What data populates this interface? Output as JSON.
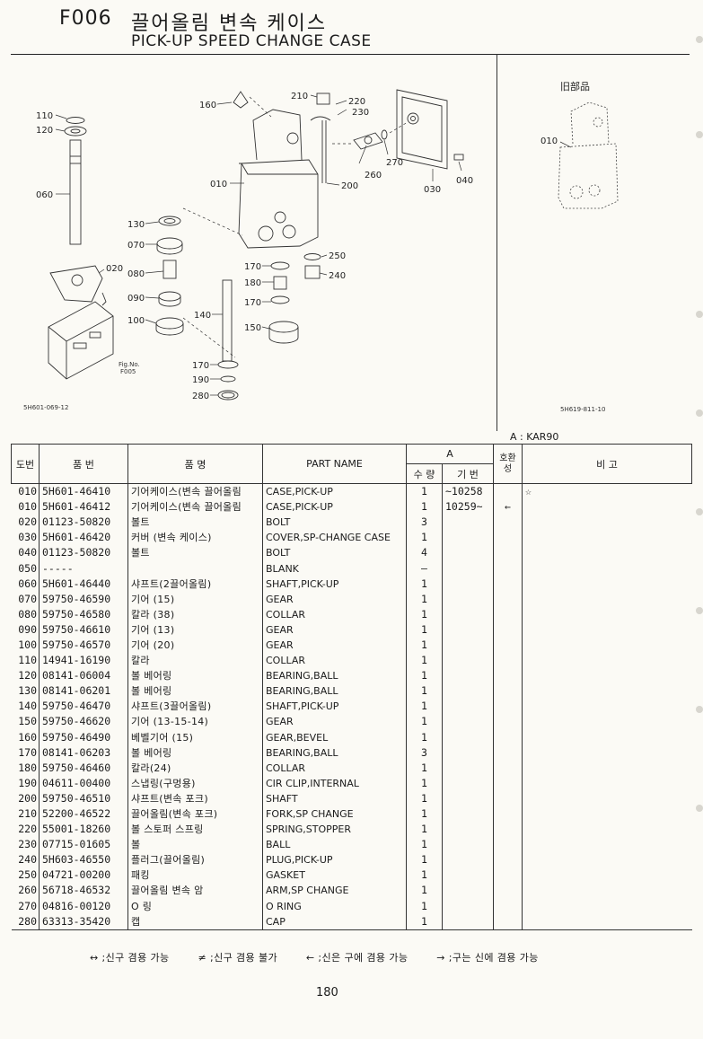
{
  "header": {
    "code": "F006",
    "title_ko": "끌어올림 변속 케이스",
    "title_en": "PICK-UP SPEED CHANGE CASE"
  },
  "figure": {
    "labels": [
      "110",
      "120",
      "060",
      "020",
      "130",
      "070",
      "080",
      "090",
      "100",
      "160",
      "010",
      "210",
      "220",
      "230",
      "200",
      "260",
      "270",
      "030",
      "040",
      "250",
      "240",
      "170",
      "180",
      "170",
      "140",
      "150",
      "170",
      "190",
      "280"
    ],
    "fig_ref": "Fig.No.",
    "fig_ref_no": "F005",
    "drawing_no": "5H601-069-12"
  },
  "figure_old": {
    "title": "旧部品",
    "label": "010",
    "drawing_no": "5H619-811-10"
  },
  "model_note": "A : KAR90",
  "table": {
    "headers": {
      "no": "도번",
      "part_no": "품 번",
      "name_ko": "품 명",
      "part_name": "PART NAME",
      "group_a": "A",
      "qty": "수 량",
      "serial": "기 번",
      "compat": "호환성",
      "remarks": "비 고"
    },
    "rows": [
      {
        "no": "010",
        "pn": "5H601-46410",
        "ko": "기어케이스(변속 끌어올림",
        "en": "CASE,PICK-UP",
        "qty": "1",
        "ser": "~10258",
        "cp": "",
        "rm": "☆"
      },
      {
        "no": "010",
        "pn": "5H601-46412",
        "ko": "기어케이스(변속 끌어올림",
        "en": "CASE,PICK-UP",
        "qty": "1",
        "ser": "10259~",
        "cp": "←",
        "rm": ""
      },
      {
        "no": "020",
        "pn": "01123-50820",
        "ko": "볼트",
        "en": "BOLT",
        "qty": "3",
        "ser": "",
        "cp": "",
        "rm": ""
      },
      {
        "no": "030",
        "pn": "5H601-46420",
        "ko": "커버 (변속 케이스)",
        "en": "COVER,SP-CHANGE CASE",
        "qty": "1",
        "ser": "",
        "cp": "",
        "rm": ""
      },
      {
        "no": "040",
        "pn": "01123-50820",
        "ko": "볼트",
        "en": "BOLT",
        "qty": "4",
        "ser": "",
        "cp": "",
        "rm": ""
      },
      {
        "no": "050",
        "pn": "-----",
        "ko": "",
        "en": "BLANK",
        "qty": "–",
        "ser": "",
        "cp": "",
        "rm": ""
      },
      {
        "no": "060",
        "pn": "5H601-46440",
        "ko": "샤프트(2끌어올림)",
        "en": "SHAFT,PICK-UP",
        "qty": "1",
        "ser": "",
        "cp": "",
        "rm": ""
      },
      {
        "no": "070",
        "pn": "59750-46590",
        "ko": "기어 (15)",
        "en": "GEAR",
        "qty": "1",
        "ser": "",
        "cp": "",
        "rm": ""
      },
      {
        "no": "080",
        "pn": "59750-46580",
        "ko": "칼라 (38)",
        "en": "COLLAR",
        "qty": "1",
        "ser": "",
        "cp": "",
        "rm": ""
      },
      {
        "no": "090",
        "pn": "59750-46610",
        "ko": "기어 (13)",
        "en": "GEAR",
        "qty": "1",
        "ser": "",
        "cp": "",
        "rm": ""
      },
      {
        "no": "100",
        "pn": "59750-46570",
        "ko": "기어 (20)",
        "en": "GEAR",
        "qty": "1",
        "ser": "",
        "cp": "",
        "rm": ""
      },
      {
        "no": "110",
        "pn": "14941-16190",
        "ko": "칼라",
        "en": "COLLAR",
        "qty": "1",
        "ser": "",
        "cp": "",
        "rm": ""
      },
      {
        "no": "120",
        "pn": "08141-06004",
        "ko": "볼 베어링",
        "en": "BEARING,BALL",
        "qty": "1",
        "ser": "",
        "cp": "",
        "rm": ""
      },
      {
        "no": "130",
        "pn": "08141-06201",
        "ko": "볼 베어링",
        "en": "BEARING,BALL",
        "qty": "1",
        "ser": "",
        "cp": "",
        "rm": ""
      },
      {
        "no": "140",
        "pn": "59750-46470",
        "ko": "샤프트(3끌어올림)",
        "en": "SHAFT,PICK-UP",
        "qty": "1",
        "ser": "",
        "cp": "",
        "rm": ""
      },
      {
        "no": "150",
        "pn": "59750-46620",
        "ko": "기어 (13-15-14)",
        "en": "GEAR",
        "qty": "1",
        "ser": "",
        "cp": "",
        "rm": ""
      },
      {
        "no": "160",
        "pn": "59750-46490",
        "ko": "베벨기어 (15)",
        "en": "GEAR,BEVEL",
        "qty": "1",
        "ser": "",
        "cp": "",
        "rm": ""
      },
      {
        "no": "170",
        "pn": "08141-06203",
        "ko": "볼 베어링",
        "en": "BEARING,BALL",
        "qty": "3",
        "ser": "",
        "cp": "",
        "rm": ""
      },
      {
        "no": "180",
        "pn": "59750-46460",
        "ko": "칼라(24)",
        "en": "COLLAR",
        "qty": "1",
        "ser": "",
        "cp": "",
        "rm": ""
      },
      {
        "no": "190",
        "pn": "04611-00400",
        "ko": "스냅링(구멍용)",
        "en": "CIR CLIP,INTERNAL",
        "qty": "1",
        "ser": "",
        "cp": "",
        "rm": ""
      },
      {
        "no": "200",
        "pn": "59750-46510",
        "ko": "샤프트(변속 포크)",
        "en": "SHAFT",
        "qty": "1",
        "ser": "",
        "cp": "",
        "rm": ""
      },
      {
        "no": "210",
        "pn": "52200-46522",
        "ko": "끌어올림(변속 포크)",
        "en": "FORK,SP CHANGE",
        "qty": "1",
        "ser": "",
        "cp": "",
        "rm": ""
      },
      {
        "no": "220",
        "pn": "55001-18260",
        "ko": "볼 스토퍼 스프링",
        "en": "SPRING,STOPPER",
        "qty": "1",
        "ser": "",
        "cp": "",
        "rm": ""
      },
      {
        "no": "230",
        "pn": "07715-01605",
        "ko": "볼",
        "en": "BALL",
        "qty": "1",
        "ser": "",
        "cp": "",
        "rm": ""
      },
      {
        "no": "240",
        "pn": "5H603-46550",
        "ko": "플러그(끌어올림)",
        "en": "PLUG,PICK-UP",
        "qty": "1",
        "ser": "",
        "cp": "",
        "rm": ""
      },
      {
        "no": "250",
        "pn": "04721-00200",
        "ko": "패킹",
        "en": "GASKET",
        "qty": "1",
        "ser": "",
        "cp": "",
        "rm": ""
      },
      {
        "no": "260",
        "pn": "56718-46532",
        "ko": "끌어올림 변속 암",
        "en": "ARM,SP CHANGE",
        "qty": "1",
        "ser": "",
        "cp": "",
        "rm": ""
      },
      {
        "no": "270",
        "pn": "04816-00120",
        "ko": "O 링",
        "en": "O RING",
        "qty": "1",
        "ser": "",
        "cp": "",
        "rm": ""
      },
      {
        "no": "280",
        "pn": "63313-35420",
        "ko": "캡",
        "en": "CAP",
        "qty": "1",
        "ser": "",
        "cp": "",
        "rm": ""
      }
    ]
  },
  "legend": [
    "↔ ;신구 겸용 가능",
    "≠ ;신구 겸용 불가",
    "← ;신은 구에 겸용 가능",
    "→ ;구는 신에 겸용 가능"
  ],
  "page_number": "180"
}
